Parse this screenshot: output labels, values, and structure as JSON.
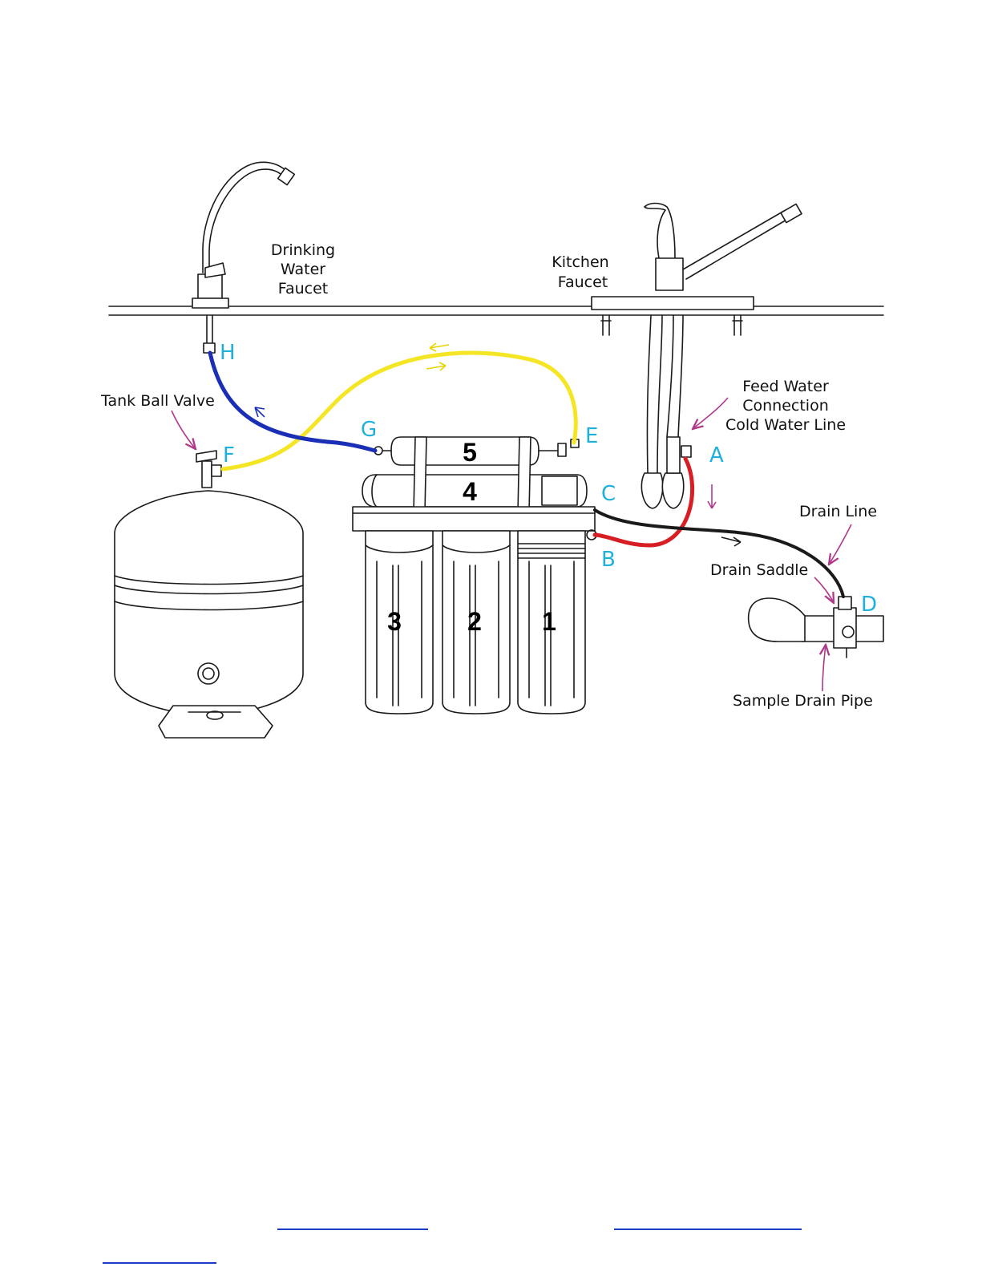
{
  "labels": {
    "drinking_water_faucet": [
      "Drinking",
      "Water",
      "Faucet"
    ],
    "kitchen_faucet": [
      "Kitchen",
      "Faucet"
    ],
    "feed_water": [
      "Feed Water",
      "Connection",
      "Cold Water Line"
    ],
    "tank_ball_valve": "Tank Ball Valve",
    "drain_line": "Drain Line",
    "drain_saddle": "Drain Saddle",
    "sample_drain_pipe": "Sample Drain Pipe"
  },
  "points": {
    "a": "A",
    "b": "B",
    "c": "C",
    "d": "D",
    "e": "E",
    "f": "F",
    "g": "G",
    "h": "H"
  },
  "stages": {
    "s1": "1",
    "s2": "2",
    "s3": "3",
    "s4": "4",
    "s5": "5"
  },
  "colors": {
    "feed_line": "#d81e25",
    "drain_line": "#1a1a1a",
    "tank_line": "#f5e625",
    "product_line": "#1a2fb5",
    "point_label": "#1fb0dc",
    "pointer_arrow": "#b03a8a",
    "link_underline": "#1a3cc9"
  }
}
